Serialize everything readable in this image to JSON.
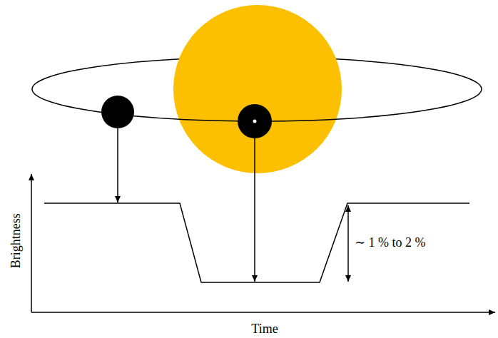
{
  "diagram": {
    "labels": [
      "∼ 1 % to 2 %",
      "Brightness",
      "Time"
    ]
  }
}
